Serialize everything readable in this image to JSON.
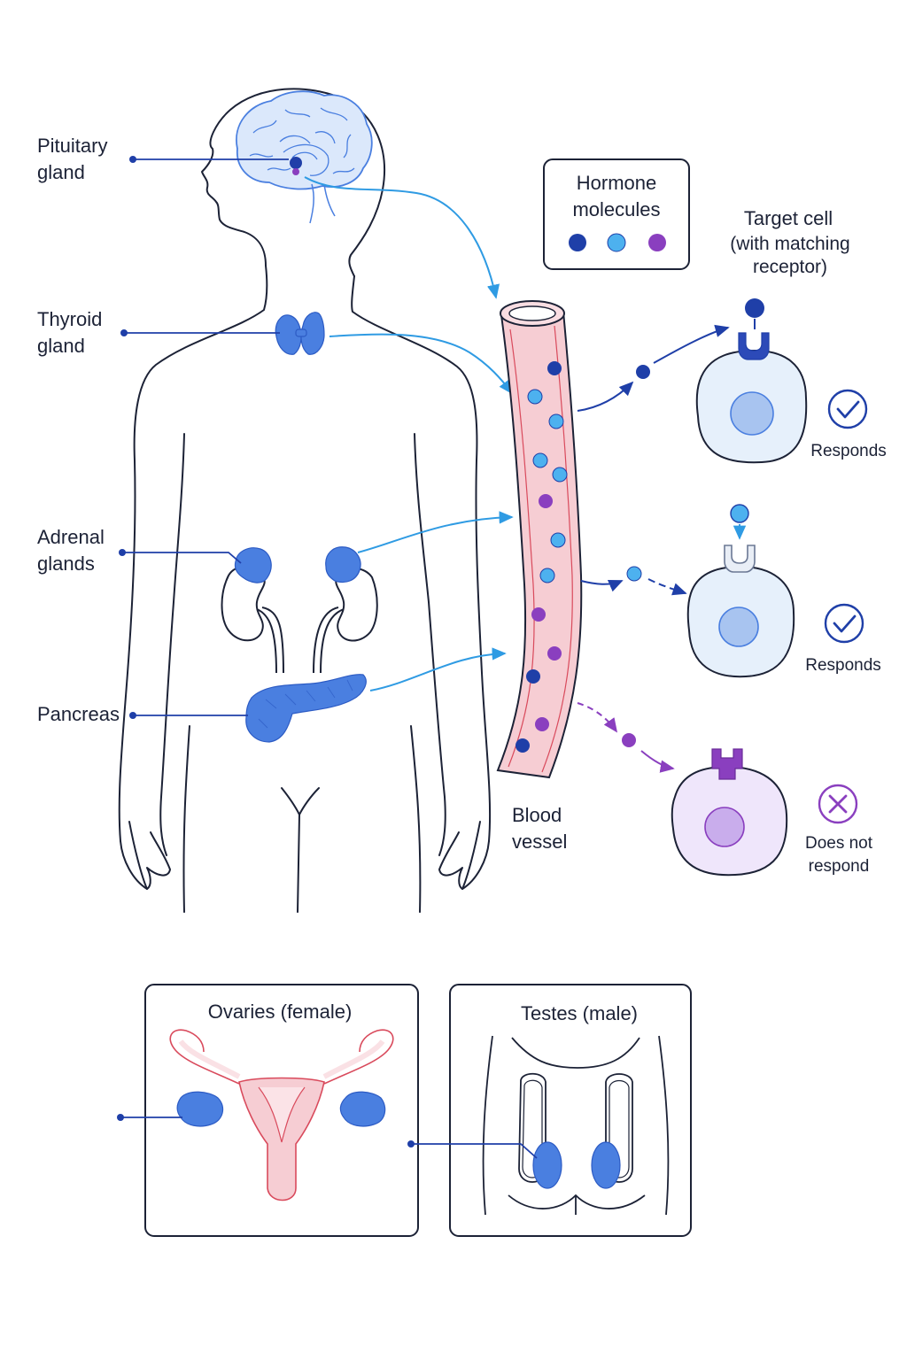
{
  "labels": {
    "pituitary": [
      "Pituitary",
      "gland"
    ],
    "thyroid": [
      "Thyroid",
      "gland"
    ],
    "adrenal": [
      "Adrenal",
      "glands"
    ],
    "pancreas": "Pancreas",
    "blood_vessel": [
      "Blood",
      "vessel"
    ],
    "legend_title": [
      "Hormone",
      "molecules"
    ],
    "target_cell": [
      "Target cell",
      "(with matching",
      "receptor)"
    ],
    "responds_1": "Responds",
    "responds_2": "Responds",
    "no_response": [
      "Does not",
      "respond"
    ],
    "ovaries_title": "Ovaries (female)",
    "testes_title": "Testes (male)"
  },
  "colors": {
    "hormone_a": "#1f3fa8",
    "hormone_b": "#4db1ef",
    "hormone_c": "#8a3fbf",
    "gland": "#4a7fe0",
    "vessel": "#f6cdd3",
    "vessel_line": "#d94a5c",
    "outline": "#1c2236",
    "arrow_light": "#2f9be3",
    "arrow_dark": "#1f3fa8",
    "arrow_purple": "#8a3fbf",
    "cell_blue": "#e6f0fb",
    "cell_purple": "#efe6fb"
  },
  "icons": [
    "check-icon",
    "check-icon",
    "cross-icon"
  ]
}
